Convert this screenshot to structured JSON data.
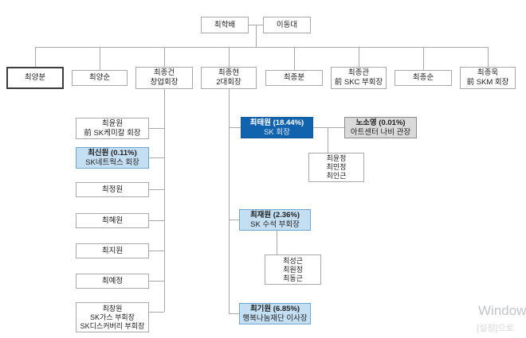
{
  "org": {
    "gen1": {
      "father": "최학배",
      "mother": "이동대"
    },
    "gen2": {
      "yangbun": "최양분",
      "yangsoon": "최양순",
      "jonggun1": "최종건",
      "jonggun2": "창업회장",
      "jonghyun1": "최종현",
      "jonghyun2": "2대회장",
      "jongbun": "최종분",
      "jonggwan1": "최종관",
      "jonggwan2": "前 SKC 부회장",
      "jongsoon": "최종순",
      "jonguk1": "최종욱",
      "jonguk2": "前 SKM 회장"
    },
    "jonggun_children": {
      "yunwon1": "최윤원",
      "yunwon2": "前 SK케미칼 회장",
      "shinwon1": "최신원 (0.11%)",
      "shinwon2": "SK네트웍스 회장",
      "jungwon": "최정원",
      "hyewon": "최혜원",
      "jiwon": "최지원",
      "yejung": "최예정",
      "changwon1": "최창원",
      "changwon2": "SK가스 부회장",
      "changwon3": "SK디스커버리 부회장"
    },
    "jonghyun_children": {
      "taewon1": "최태원 (18.44%)",
      "taewon2": "SK 회장",
      "nosoyoung1": "노소영 (0.01%)",
      "nosoyoung2": "아트센터 나비 관장",
      "taewon_kid1": "최윤정",
      "taewon_kid2": "최민정",
      "taewon_kid3": "최인근",
      "jaewon1": "최재원 (2.36%)",
      "jaewon2": "SK 수석 부회장",
      "jaewon_kid1": "최성근",
      "jaewon_kid2": "최원정",
      "jaewon_kid3": "최동근",
      "kiwon1": "최기원 (6.85%)",
      "kiwon2": "행복나눔재단 이사장"
    }
  },
  "colors": {
    "dark_blue": "#1263ae",
    "light_blue": "#c4def2",
    "gray": "#d9d9d9",
    "line": "#a9a9a9"
  },
  "watermark": {
    "line1": "Window",
    "line2": "[설정]으로"
  }
}
